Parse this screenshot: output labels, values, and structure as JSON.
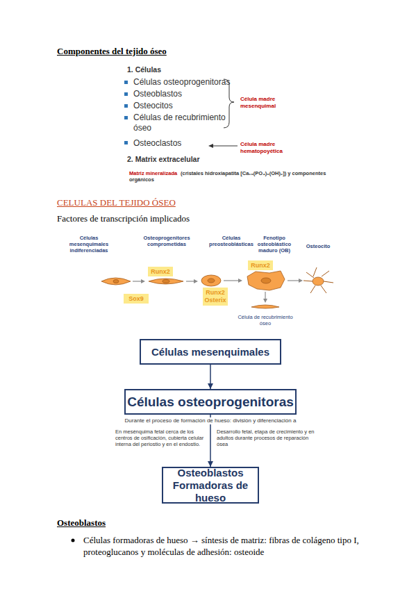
{
  "diagram": {
    "title": "Componentes del tejido óseo",
    "nodes": [
      {
        "text": [
          "Runx2"
        ]
      },
      {
        "text": [
          "Sox9"
        ]
      },
      {
        "text": [
          "Runx2",
          "Osterix"
        ]
      },
      {
        "text": [
          "Runx2"
        ]
      },
      {
        "text": [
          "Células mesenquimales"
        ]
      },
      {
        "text": [
          "Células osteoprogenitoras"
        ]
      },
      {
        "text": [
          "Osteoblastos",
          "Formadoras de hueso"
        ]
      }
    ],
    "edges": [
      {
        "from": 4,
        "to": 5,
        "arrow": "to"
      },
      {
        "from": 5,
        "to": 6,
        "arrow": "to",
        "label": "Durante el proceso de formación de hueso: división y diferenciación a"
      }
    ],
    "labels": [
      "1. Células",
      "Células osteoprogenitoras",
      "Osteoblastos",
      "Osteocitos",
      "Células de recubrimiento óseo",
      "Célula madre mesenquimal",
      "Osteoclastos",
      "Célula madre hematopoyética",
      "2. Matrix extracelular",
      "Matriz mineralizada",
      "(cristales hidroxiapatita [Ca₁₀(PO₄)₆(OH)₂]) y componentes orgánicos",
      "CELULAS DEL TEJIDO ÓSEO",
      "Factores de transcripción implicados",
      "Células mesenquimales indiferenciadas",
      "Osteoprogenitores comprometidas",
      "Células preosteoblásticas",
      "Fenotipo osteoblástico maduro (OB)",
      "Osteocito",
      "Célula de recubrimiento óseo",
      "En mesénquima fetal cerca de los centros de osificación, cubierta celular interna del periostio y en el endostio.",
      "Desarrollo fetal, etapa de crecimiento y en adultos durante procesos de reparación ósea",
      "Osteoblastos",
      "Células formadoras de hueso → síntesis de matriz: fibras de colágeno tipo I, proteoglucanos y moléculas de adhesión: osteoide"
    ]
  }
}
